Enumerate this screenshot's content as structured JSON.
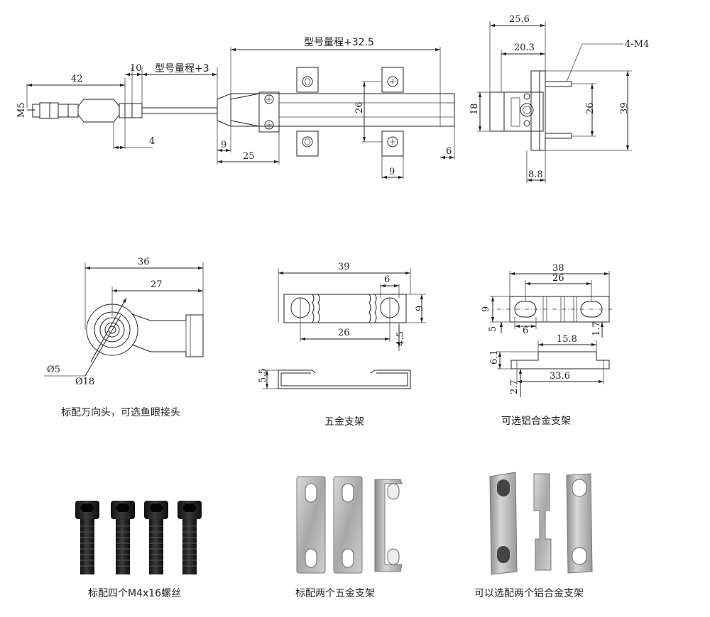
{
  "main_view": {
    "dim_42": "42",
    "dim_10": "10",
    "dim_stroke_plus3": "型号量程+3",
    "dim_stroke_plus32_5": "型号量程+32.5",
    "dim_m5": "M5",
    "dim_4": "4",
    "dim_9_left": "9",
    "dim_25": "25",
    "dim_26_body": "26",
    "dim_6": "6",
    "dim_9_bottom": "9"
  },
  "end_view": {
    "dim_25_6": "25.6",
    "dim_20_3": "20.3",
    "dim_4_m4": "4-M4",
    "dim_18": "18",
    "dim_26": "26",
    "dim_39": "39",
    "dim_8_8": "8.8"
  },
  "rod_end": {
    "dim_36": "36",
    "dim_27": "27",
    "dim_d5": "Ø5",
    "dim_d18": "Ø18",
    "caption": "标配万向头，可选鱼眼接头"
  },
  "hardware_bracket": {
    "dim_39": "39",
    "dim_6": "6",
    "dim_9": "9",
    "dim_26": "26",
    "dim_4_5": "4.5",
    "dim_5_5": "5.5",
    "caption": "五金支架"
  },
  "alu_bracket": {
    "dim_38": "38",
    "dim_26": "26",
    "dim_9": "9",
    "dim_5": "5",
    "dim_6": "6",
    "dim_1_7": "1.7",
    "dim_15_8": "15.8",
    "dim_6_1": "6.1",
    "dim_33_6": "33.6",
    "dim_2_7": "2.7",
    "caption": "可选铝合金支架"
  },
  "photos": {
    "screws_caption": "标配四个M4x16螺丝",
    "hw_brackets_caption": "标配两个五金支架",
    "alu_brackets_caption": "可以选配两个铝合金支架"
  }
}
